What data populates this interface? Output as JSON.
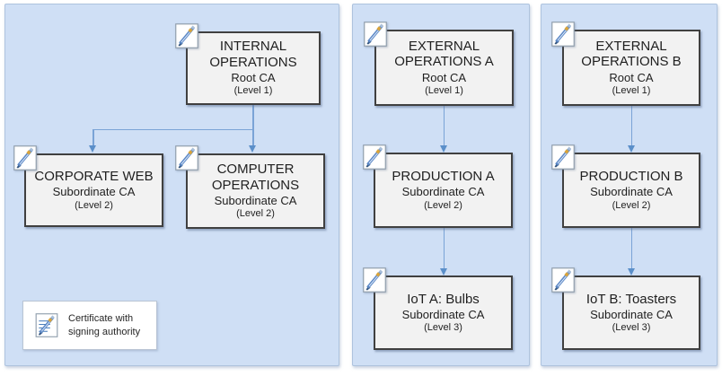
{
  "colors": {
    "panel_fill": "#cfdff5",
    "panel_border": "#aec3de",
    "box_fill": "#f2f2f2",
    "box_border": "#404040",
    "connector": "#5b8fc9",
    "connector_line": "#7aa3d6",
    "text": "#1f1f1f"
  },
  "legend": {
    "icon": "certificate-signing-icon",
    "text": "Certificate with signing authority"
  },
  "panels": [
    {
      "name": "internal-operations",
      "nodes": [
        {
          "title": "INTERNAL OPERATIONS",
          "role": "Root CA",
          "level": "(Level 1)"
        },
        {
          "title": "CORPORATE WEB",
          "role": "Subordinate CA",
          "level": "(Level 2)"
        },
        {
          "title": "COMPUTER OPERATIONS",
          "role": "Subordinate CA",
          "level": "(Level 2)"
        }
      ]
    },
    {
      "name": "external-operations-a",
      "nodes": [
        {
          "title": "EXTERNAL OPERATIONS A",
          "role": "Root CA",
          "level": "(Level 1)"
        },
        {
          "title": "PRODUCTION A",
          "role": "Subordinate CA",
          "level": "(Level 2)"
        },
        {
          "title": "IoT A: Bulbs",
          "role": "Subordinate CA",
          "level": "(Level 3)"
        }
      ]
    },
    {
      "name": "external-operations-b",
      "nodes": [
        {
          "title": "EXTERNAL OPERATIONS B",
          "role": "Root CA",
          "level": "(Level 1)"
        },
        {
          "title": "PRODUCTION B",
          "role": "Subordinate CA",
          "level": "(Level 2)"
        },
        {
          "title": "IoT B: Toasters",
          "role": "Subordinate CA",
          "level": "(Level 3)"
        }
      ]
    }
  ]
}
